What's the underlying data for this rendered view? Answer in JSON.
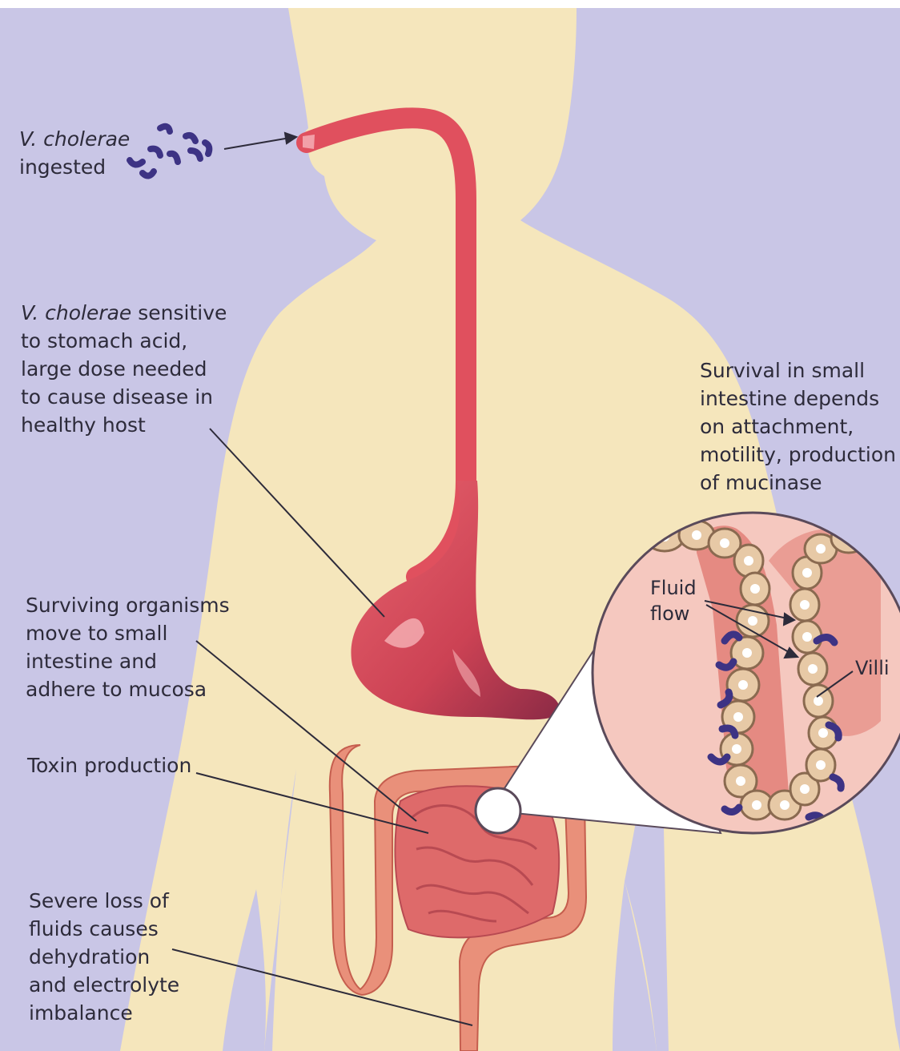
{
  "labels": {
    "ingested": {
      "italic": "V. cholerae",
      "rest": "ingested"
    },
    "acid": {
      "line1_italic": "V. cholerae",
      "line1_rest": " sensitive",
      "line2": "to stomach acid,",
      "line3": "large dose needed",
      "line4": "to cause disease in",
      "line5": "healthy host"
    },
    "survival": {
      "line1": "Survival in small",
      "line2": "intestine depends",
      "line3": "on attachment,",
      "line4": "motility, production",
      "line5": "of mucinase"
    },
    "surviving": {
      "line1": "Surviving organisms",
      "line2": "move to small",
      "line3": "intestine and",
      "line4": "adhere to mucosa"
    },
    "toxin": {
      "line1": "Toxin production"
    },
    "fluids": {
      "line1": "Severe loss of",
      "line2": "fluids causes",
      "line3": "dehydration",
      "line4": "and electrolyte",
      "line5": "imbalance"
    },
    "inset": {
      "fluid1": "Fluid",
      "fluid2": "flow",
      "villi": "Villi"
    }
  },
  "colors": {
    "background": "#c9c6e6",
    "body": "#f5e6bc",
    "tract": "#e0505e",
    "intestine": "#e9907a",
    "bacteria": "#3d3384",
    "inset_bg": "#f5c8bf",
    "inset_lumen": "#e58a82",
    "cell": "#e7c9a6"
  }
}
